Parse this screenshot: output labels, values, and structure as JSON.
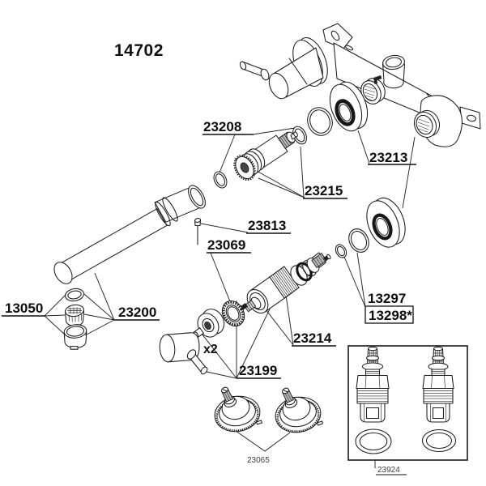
{
  "title": "14702",
  "colors": {
    "background": "#ffffff",
    "line": "#1c1c1c",
    "label_text": "#0d0d0d"
  },
  "labels": {
    "assembly": "14702",
    "oring_pair_upper": "23208",
    "escutcheon_rosette": "23213",
    "cartridge_upper": "23215",
    "set_screw": "23813",
    "lock_ring": "23069",
    "oring_small": "13297",
    "oring_large_boxed": "13298*",
    "cartridge_lower": "23214",
    "aerator": "13050",
    "spout": "23200",
    "handle_adapter": "23199",
    "quantity_note": "x2",
    "handle_domes": "23065",
    "service_kit": "23924"
  }
}
